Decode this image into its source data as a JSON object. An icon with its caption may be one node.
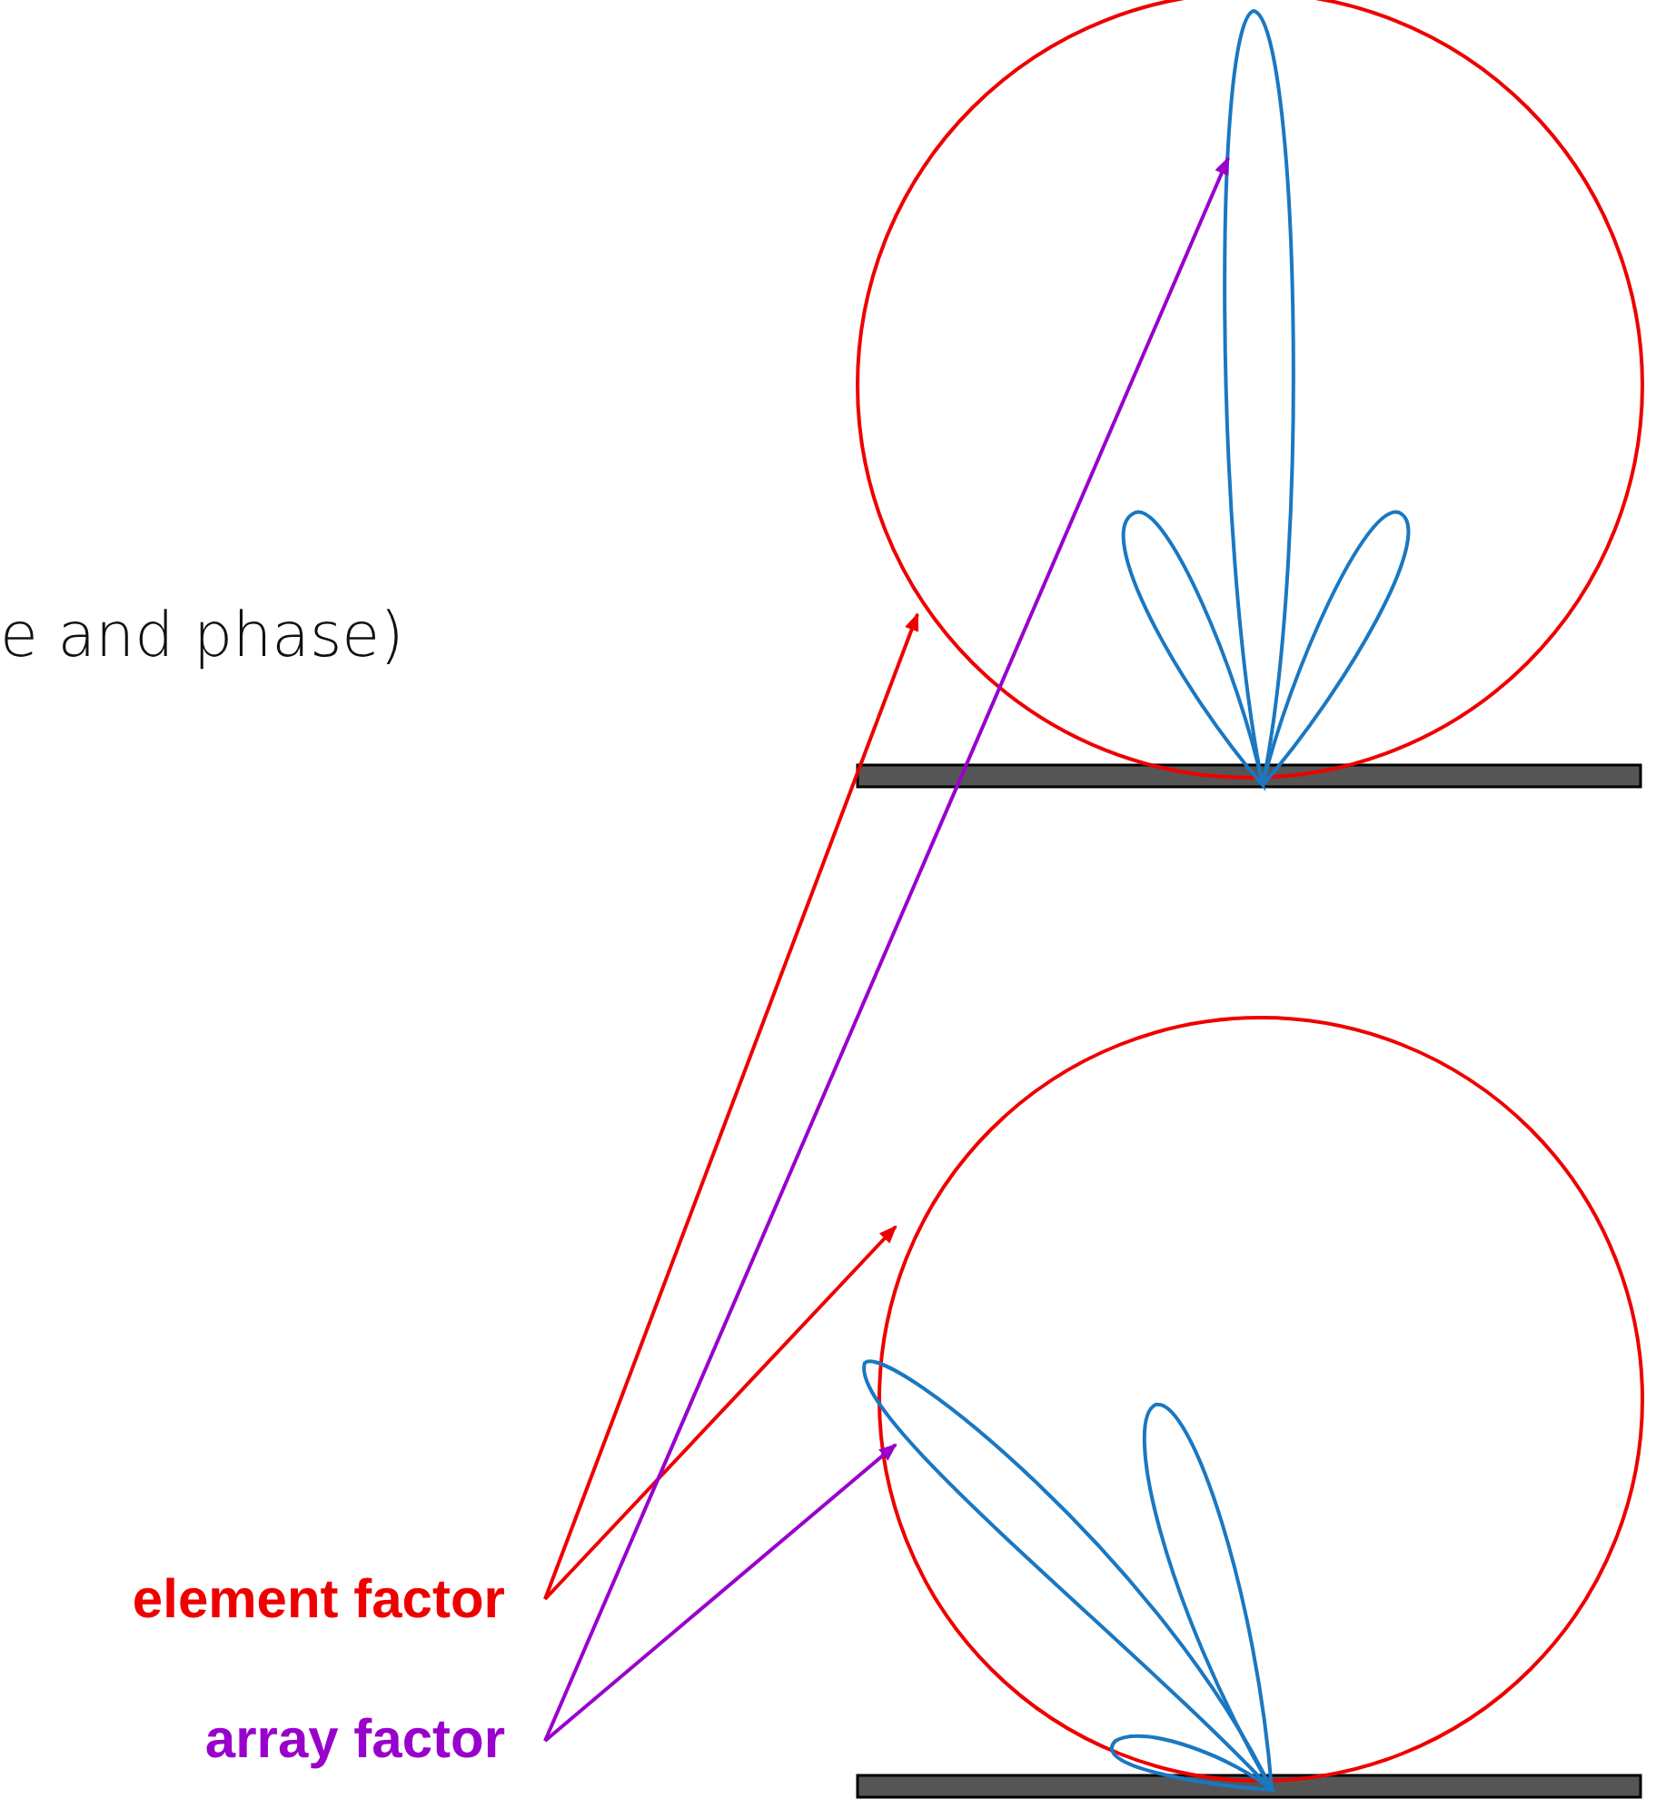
{
  "diagram": {
    "nodes": [
      {
        "text": [
          "element factor"
        ]
      },
      {
        "text": [
          "array factor"
        ]
      },
      {
        "text": [],
        "shape": "circle"
      },
      {
        "text": [],
        "shape": "picture",
        "in": 2
      },
      {
        "text": [],
        "shape": "circle"
      },
      {
        "text": [],
        "shape": "picture",
        "in": 4
      }
    ],
    "edges": [
      {
        "from": 0,
        "to": 2,
        "arrow": "to",
        "color": "#ee0000"
      },
      {
        "from": 0,
        "to": 4,
        "arrow": "to",
        "color": "#ee0000"
      },
      {
        "from": 1,
        "to": 3,
        "arrow": "to",
        "color": "#9900cc"
      },
      {
        "from": 1,
        "to": 5,
        "arrow": "to",
        "color": "#9900cc"
      }
    ],
    "labels": [
      "e and phase)"
    ]
  }
}
